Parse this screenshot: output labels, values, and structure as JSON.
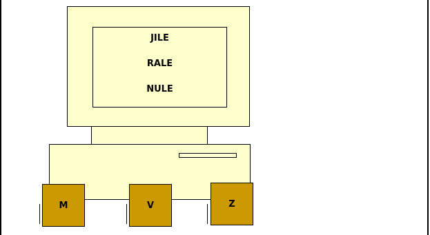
{
  "screen": {
    "lines": [
      "JILE",
      "RALE",
      "NULE"
    ]
  },
  "keys": {
    "m": "M",
    "v": "V",
    "z": "Z"
  },
  "colors": {
    "computer_fill": "#ffffcc",
    "key_fill": "#cc9900",
    "outline": "#000000"
  }
}
